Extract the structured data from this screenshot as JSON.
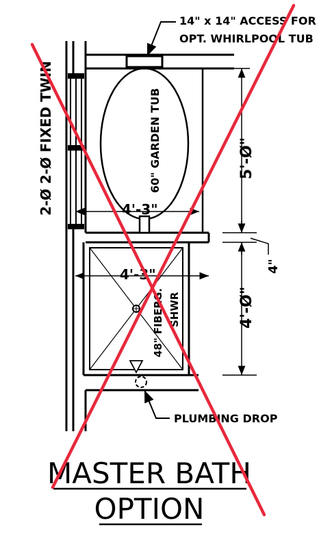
{
  "notes": {
    "access_line1": "14\" x 14\" ACCESS FOR",
    "access_line2": "OPT. WHIRLPOOL TUB",
    "window": "2-Ø 2-Ø FIXED TWIN",
    "tub": "60\" GARDEN TUB",
    "shower_line1": "48\" FIBERG.",
    "shower_line2": "SHWR",
    "plumbing": "PLUMBING DROP"
  },
  "dimensions": {
    "tub_width": "4'-3\"",
    "tub_length": "5'-Ø\"",
    "shower_width": "4'-3\"",
    "shower_length": "4'-Ø\"",
    "wall": "4\""
  },
  "title": {
    "line1": "MASTER BATH",
    "line2": "OPTION"
  },
  "colors": {
    "linework": "#000000",
    "cross_out": "#e8283c"
  }
}
